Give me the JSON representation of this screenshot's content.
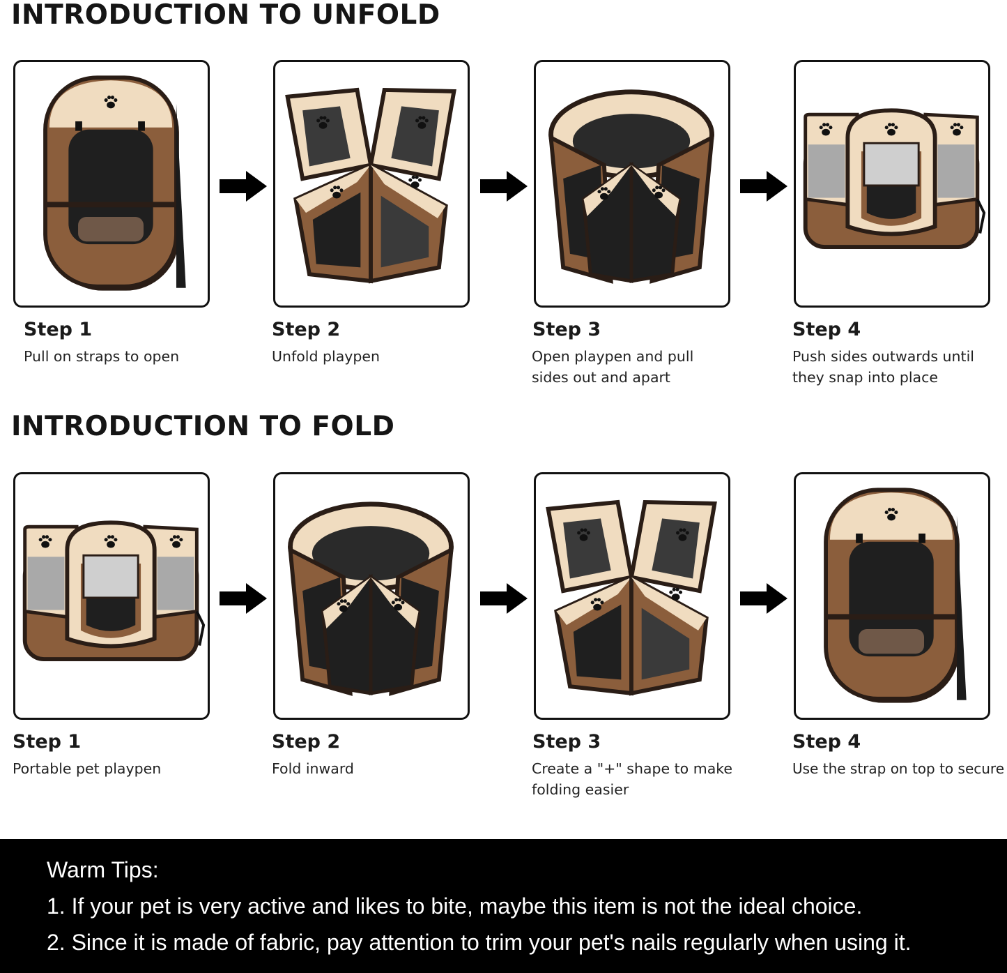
{
  "unfold": {
    "title": "INTRODUCTION TO UNFOLD",
    "steps": [
      {
        "title": "Step 1",
        "line1": "Pull on straps to open",
        "line2": ""
      },
      {
        "title": "Step 2",
        "line1": "Unfold playpen",
        "line2": ""
      },
      {
        "title": "Step 3",
        "line1": "Open playpen and pull",
        "line2": "sides out and apart"
      },
      {
        "title": "Step 4",
        "line1": "Push sides outwards until",
        "line2": "they snap into place"
      }
    ]
  },
  "fold": {
    "title": "INTRODUCTION TO FOLD",
    "steps": [
      {
        "title": "Step 1",
        "line1": "Portable pet playpen",
        "line2": ""
      },
      {
        "title": "Step 2",
        "line1": "Fold inward",
        "line2": ""
      },
      {
        "title": "Step 3",
        "line1": "Create a \"+\" shape to make",
        "line2": "folding easier"
      },
      {
        "title": "Step 4",
        "line1": "Use the strap on top to secure",
        "line2": ""
      }
    ]
  },
  "tips": {
    "heading": "Warm Tips:",
    "tip1": "1. If your pet is very active and likes to bite, maybe this item is not the ideal choice.",
    "tip2": "2. Since it is made of fabric, pay attention to trim your pet's nails regularly when using it."
  },
  "colors": {
    "beige": "#f0dcc0",
    "brown": "#8b5e3c",
    "dark_brown": "#3b2418",
    "mesh": "#1d1d1d",
    "tips_background": "#000000"
  }
}
